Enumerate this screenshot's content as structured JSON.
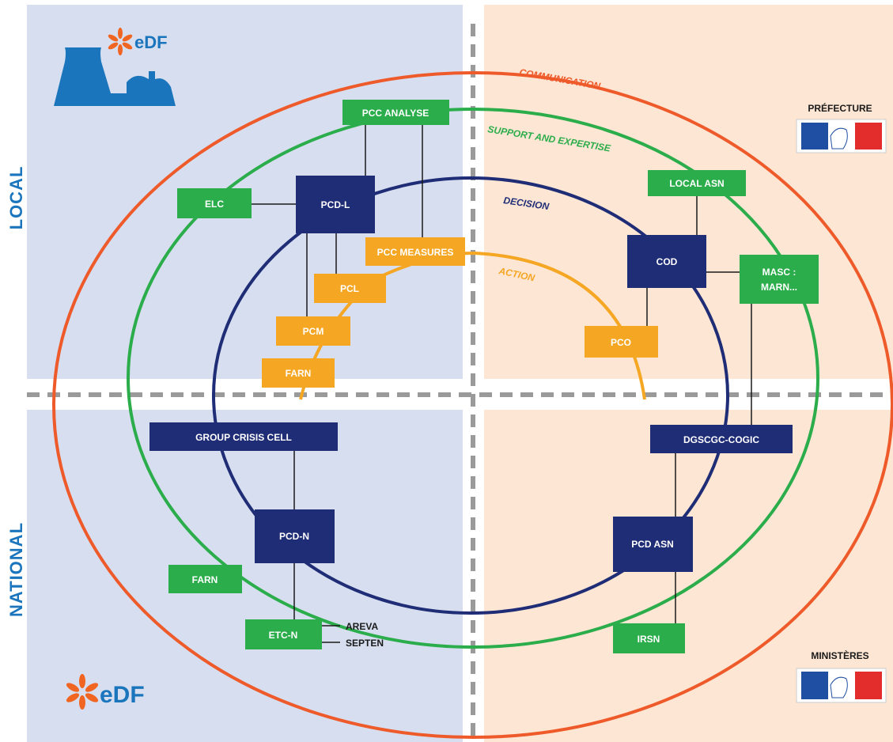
{
  "colors": {
    "local_bg": "#d6deef",
    "national_bg": "#d6deef",
    "authority_bg": "#fde6d3",
    "communication": "#ee5a2a",
    "support": "#2aad4a",
    "decision": "#1f2c76",
    "action": "#f5a623",
    "edf_blue": "#1b75bc",
    "edf_orange": "#f16522",
    "french_blue": "#1f4fa3",
    "french_red": "#e32d2d"
  },
  "side_labels": {
    "local": "LOCAL",
    "national": "NATIONAL"
  },
  "rings": {
    "communication": "COMMUNICATION",
    "support": "SUPPORT AND EXPERTISE",
    "decision": "DECISION",
    "action": "ACTION"
  },
  "logos": {
    "edf_top": "eDF",
    "edf_bottom": "eDF"
  },
  "authorities": {
    "prefecture": "PRÉFECTURE",
    "ministeres": "MINISTÈRES"
  },
  "boxes": {
    "pcc_analyse": "PCC ANALYSE",
    "elc": "ELC",
    "pcd_l": "PCD-L",
    "pcc_measures": "PCC MEASURES",
    "pcl": "PCL",
    "pcm": "PCM",
    "farn_local": "FARN",
    "local_asn": "LOCAL ASN",
    "cod": "COD",
    "masc": [
      "MASC :",
      "MARN..."
    ],
    "pco": "PCO",
    "group_crisis_cell": "GROUP CRISIS CELL",
    "pcd_n": "PCD-N",
    "farn_national": "FARN",
    "etc_n": "ETC-N",
    "dgscgc_cogic": "DGSCGC-COGIC",
    "pcd_asn": "PCD ASN",
    "irsn": "IRSN"
  },
  "partners": {
    "areva": "AREVA",
    "septen": "SEPTEN"
  }
}
